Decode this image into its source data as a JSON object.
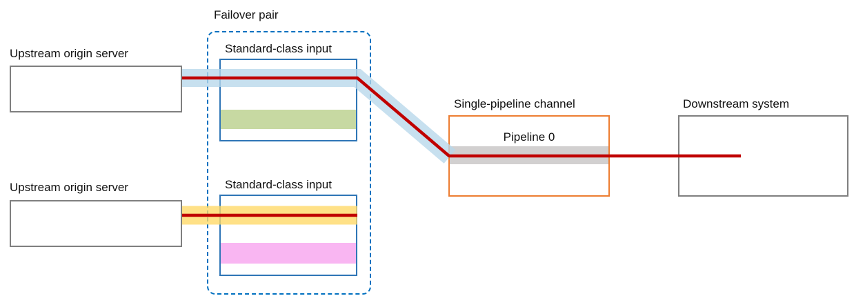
{
  "diagram": {
    "labels": {
      "failover_pair": "Failover pair",
      "upstream_origin_top": "Upstream origin server",
      "upstream_origin_bottom": "Upstream origin server",
      "standard_input_top": "Standard-class input",
      "standard_input_bottom": "Standard-class input",
      "single_pipeline_channel": "Single-pipeline channel",
      "pipeline_0": "Pipeline 0",
      "downstream_system": "Downstream system"
    },
    "colors": {
      "gray_border": "#7f7f7f",
      "input_border": "#2e75b6",
      "failover_border": "#0070c0",
      "channel_border": "#ed7d31",
      "band_blue": "#b7d7ea",
      "band_yellow": "#ffd966",
      "band_gray": "#d0cece",
      "band_green": "#c7d9a2",
      "band_pink": "#f9b6f2",
      "red_line": "#c00000"
    }
  }
}
